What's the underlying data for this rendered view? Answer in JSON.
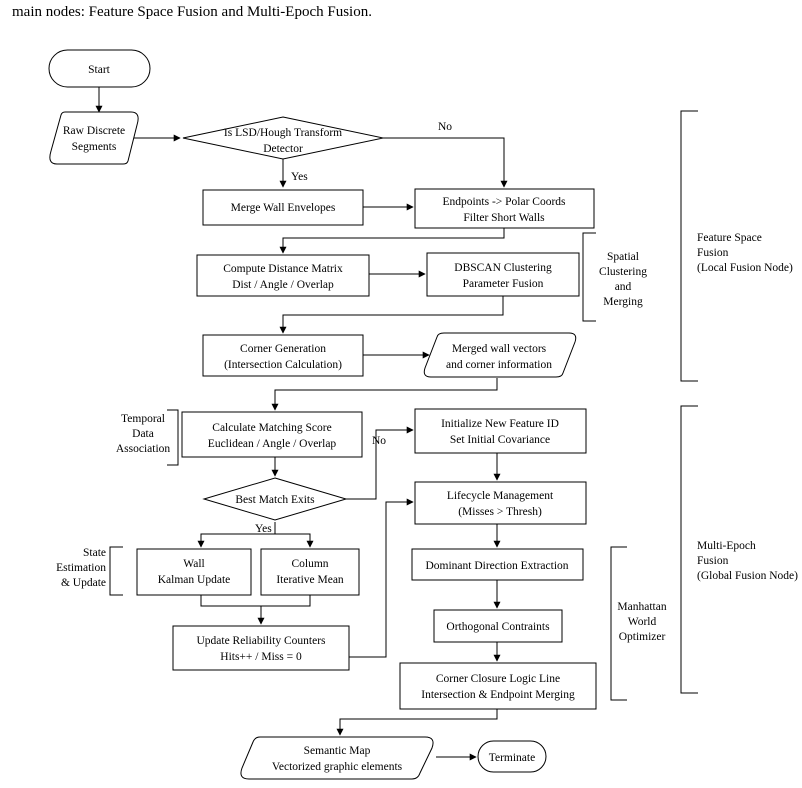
{
  "caption": "main nodes: Feature Space Fusion and Multi-Epoch Fusion.",
  "nodes": {
    "start": "Start",
    "raw_segments": [
      "Raw Discrete",
      "Segments"
    ],
    "lsd_decision": [
      "Is LSD/Hough Transform",
      "Detector"
    ],
    "merge_envelopes": "Merge Wall Envelopes",
    "endpoints_polar": [
      "Endpoints -> Polar Coords",
      "Filter Short Walls"
    ],
    "distance_matrix": [
      "Compute Distance Matrix",
      "Dist / Angle / Overlap"
    ],
    "dbscan": [
      "DBSCAN Clustering",
      "Parameter Fusion"
    ],
    "corner_generation": [
      "Corner Generation",
      "(Intersection Calculation)"
    ],
    "merged_vectors": [
      "Merged wall vectors",
      "and corner information"
    ],
    "matching_score": [
      "Calculate Matching Score",
      "Euclidean / Angle / Overlap"
    ],
    "best_match": "Best Match Exits",
    "wall_kalman": [
      "Wall",
      "Kalman Update"
    ],
    "column_mean": [
      "Column",
      "Iterative Mean"
    ],
    "reliability_counters": [
      "Update Reliability Counters",
      "Hits++ / Miss = 0"
    ],
    "new_feature": [
      "Initialize New Feature ID",
      "Set Initial Covariance"
    ],
    "lifecycle": [
      "Lifecycle Management",
      "(Misses > Thresh)"
    ],
    "dominant_direction": "Dominant Direction Extraction",
    "orthogonal": "Orthogonal Contraints",
    "corner_closure": [
      "Corner Closure Logic Line",
      "Intersection & Endpoint Merging"
    ],
    "semantic_map": [
      "Semantic Map",
      "Vectorized graphic elements"
    ],
    "terminate": "Terminate"
  },
  "edge_labels": {
    "no_top": "No",
    "yes_top": "Yes",
    "no_mid": "No",
    "yes_mid": "Yes"
  },
  "groups": {
    "spatial_clustering": [
      "Spatial",
      "Clustering",
      "and",
      "Merging"
    ],
    "temporal_association": [
      "Temporal",
      "Data",
      "Association"
    ],
    "state_estimation": [
      "State",
      "Estimation",
      "& Update"
    ],
    "manhattan": [
      "Manhattan",
      "World",
      "Optimizer"
    ],
    "feature_space": [
      "Feature Space",
      "Fusion",
      "(Local Fusion Node)"
    ],
    "multi_epoch": [
      "Multi-Epoch",
      "Fusion",
      "(Global Fusion Node)"
    ]
  }
}
